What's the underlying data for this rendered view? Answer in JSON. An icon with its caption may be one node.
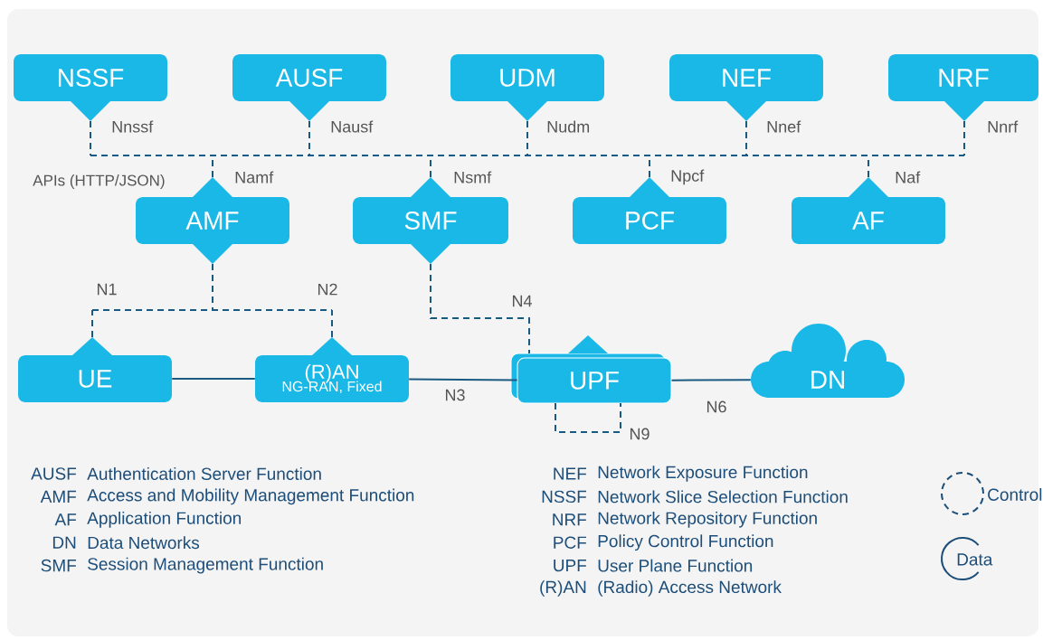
{
  "diagram": {
    "nodes": [
      {
        "text": [
          "NSSF"
        ],
        "beside": [
          "Nnssf"
        ]
      },
      {
        "text": [
          "AUSF"
        ],
        "beside": [
          "Nausf"
        ]
      },
      {
        "text": [
          "UDM"
        ],
        "beside": [
          "Nudm"
        ]
      },
      {
        "text": [
          "NEF"
        ],
        "beside": [
          "Nnef"
        ]
      },
      {
        "text": [
          "NRF"
        ],
        "beside": [
          "Nnrf"
        ]
      },
      {
        "text": [
          "AMF"
        ],
        "beside": [
          "Namf"
        ]
      },
      {
        "text": [
          "SMF"
        ],
        "beside": [
          "Nsmf"
        ]
      },
      {
        "text": [
          "PCF"
        ],
        "beside": [
          "Npcf"
        ]
      },
      {
        "text": [
          "AF"
        ],
        "beside": [
          "Naf"
        ]
      },
      {
        "text": [
          "UE"
        ]
      },
      {
        "text": [
          "(R)AN",
          "NG-RAN, Fixed"
        ]
      },
      {
        "text": [
          "UPF"
        ]
      },
      {
        "text": [
          "DN"
        ]
      }
    ],
    "edges": [
      {
        "from": 0,
        "to": 5,
        "arrow": "none",
        "style": "dashed"
      },
      {
        "from": 5,
        "to": 1,
        "arrow": "none",
        "style": "dashed"
      },
      {
        "from": 1,
        "to": 6,
        "arrow": "none",
        "style": "dashed"
      },
      {
        "from": 6,
        "to": 2,
        "arrow": "none",
        "style": "dashed"
      },
      {
        "from": 2,
        "to": 7,
        "arrow": "none",
        "style": "dashed"
      },
      {
        "from": 7,
        "to": 3,
        "arrow": "none",
        "style": "dashed"
      },
      {
        "from": 3,
        "to": 8,
        "arrow": "none",
        "style": "dashed"
      },
      {
        "from": 8,
        "to": 4,
        "arrow": "none",
        "style": "dashed"
      },
      {
        "from": 5,
        "to": 9,
        "arrow": "none",
        "style": "dashed",
        "label": "N1"
      },
      {
        "from": 5,
        "to": 10,
        "arrow": "none",
        "style": "dashed",
        "label": "N2"
      },
      {
        "from": 6,
        "to": 11,
        "arrow": "none",
        "style": "dashed",
        "label": "N4"
      },
      {
        "from": 9,
        "to": 10,
        "arrow": "none"
      },
      {
        "from": 10,
        "to": 11,
        "arrow": "none",
        "label": "N3"
      },
      {
        "from": 11,
        "to": 12,
        "arrow": "none",
        "label": "N6"
      },
      {
        "from": 11,
        "to": 11,
        "arrow": "none",
        "style": "dashed",
        "label": "N9"
      }
    ],
    "labels": [
      "APIs (HTTP/JSON)",
      "AUSF",
      "Authentication Server Function",
      "AMF",
      "Access and Mobility Management Function",
      "AF",
      "Application Function",
      "DN",
      "Data Networks",
      "SMF",
      "Session Management Function",
      "NEF",
      "Network Exposure Function",
      "NSSF",
      "Network Slice Selection Function",
      "NRF",
      "Network Repository Function",
      "PCF",
      "Policy Control Function",
      "UPF",
      "User Plane Function",
      "(R)AN",
      "(Radio) Access Network"
    ],
    "legend": [
      {
        "text": "Control"
      },
      {
        "text": "Data"
      }
    ]
  }
}
